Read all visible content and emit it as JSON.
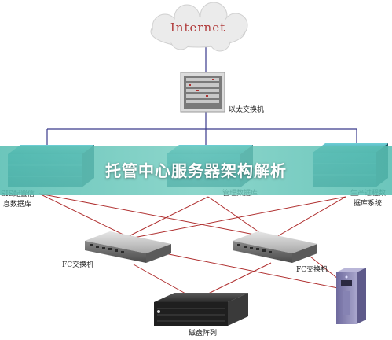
{
  "cloud": {
    "label": "Internet"
  },
  "ethernet_switch": {
    "label": "以太交换机"
  },
  "servers": [
    {
      "label_line1": "SIS配置信",
      "label_line2": "息数据库"
    },
    {
      "label_line1": "管理数据库",
      "label_line2": ""
    },
    {
      "label_line1": "生产过程数",
      "label_line2": "据库系统"
    }
  ],
  "fc_switches": [
    {
      "label": "FC交换机"
    },
    {
      "label": "FC交换机"
    }
  ],
  "disk_array": {
    "label": "磁盘阵列"
  },
  "banner": {
    "title": "托管中心服务器架构解析"
  },
  "colors": {
    "ethernet_line": "#3a3a8c",
    "fc_line": "#b03030",
    "cloud_text": "#b03a3a",
    "banner": "#5cbfb0"
  }
}
